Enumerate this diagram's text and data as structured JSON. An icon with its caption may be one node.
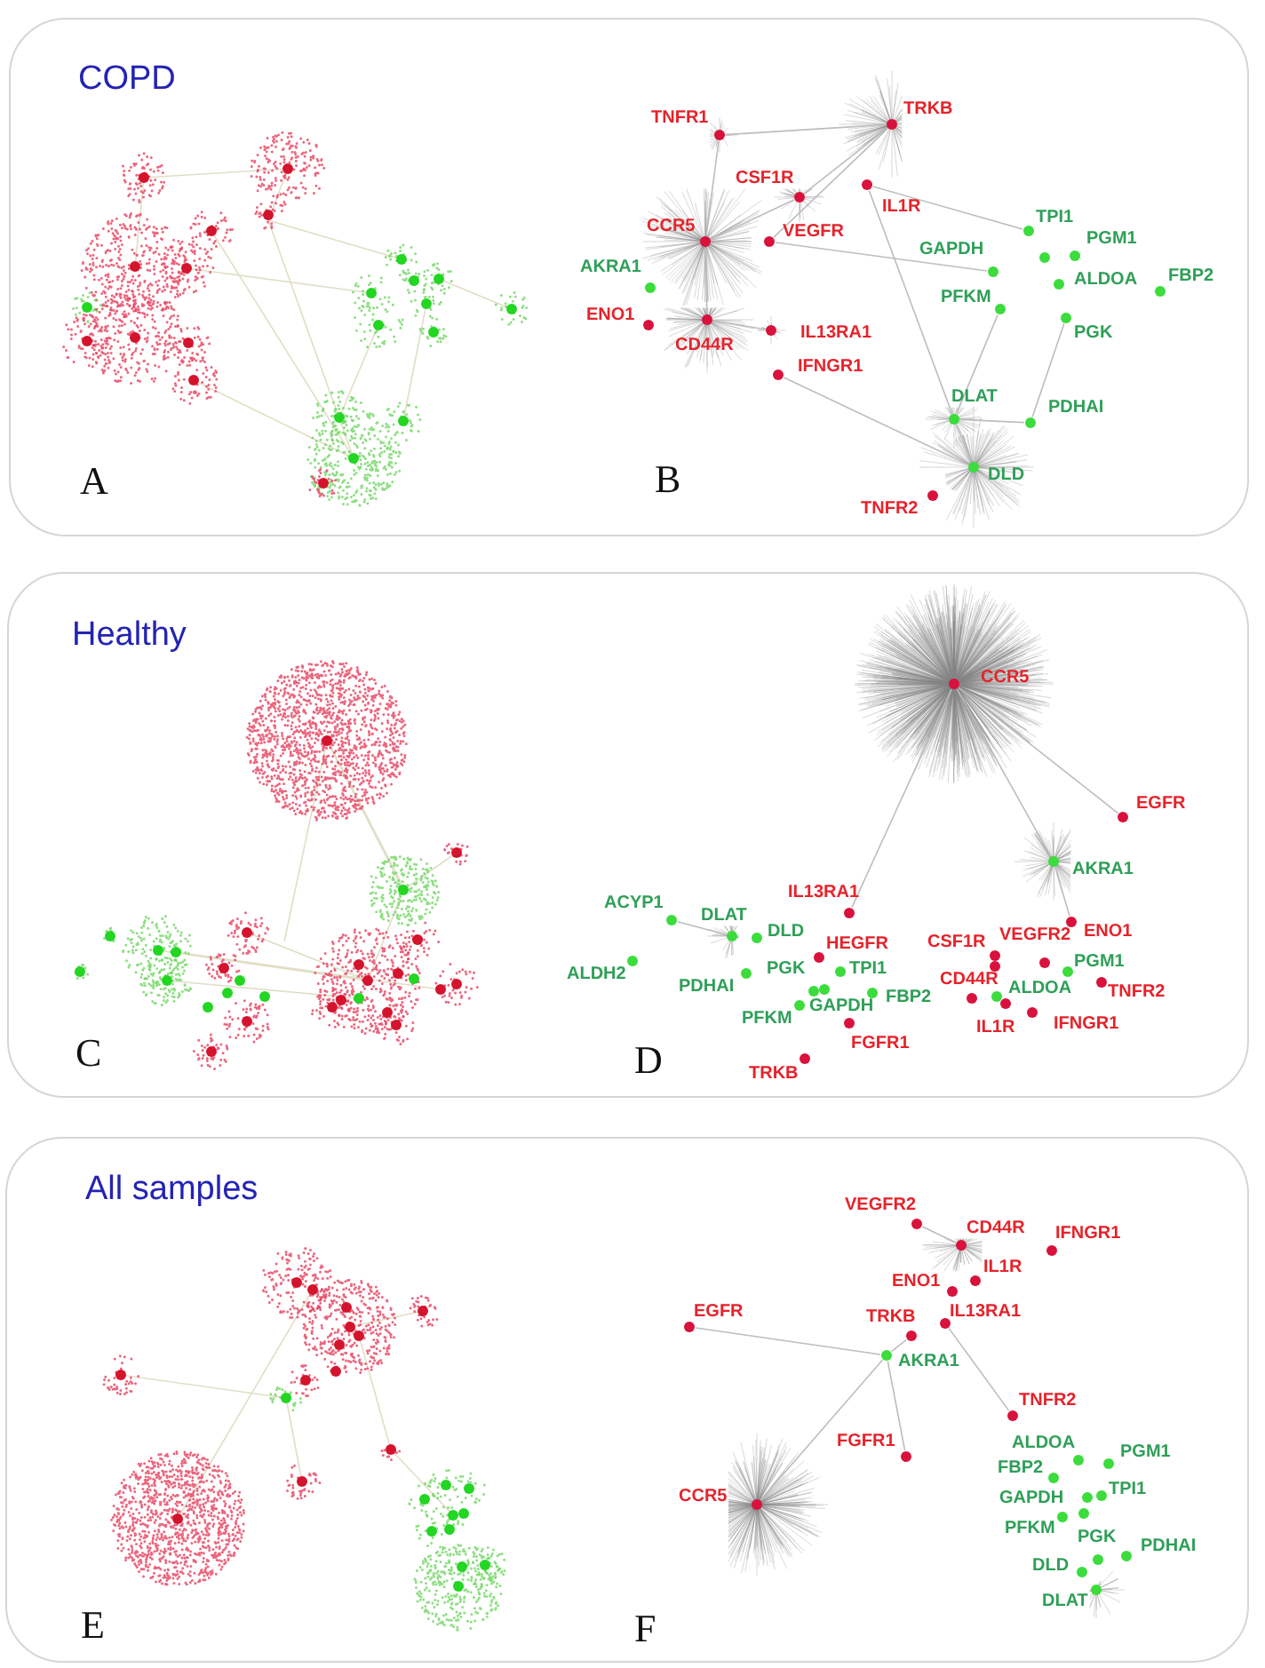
{
  "diagram": {
    "nodes": [
      {
        "text": [
          "COPD"
        ]
      },
      {
        "text": [
          "TNFR1"
        ],
        "in": 0
      },
      {
        "text": [
          "TRKB"
        ],
        "in": 0
      },
      {
        "text": [
          "CSF1R"
        ],
        "in": 0
      },
      {
        "text": [
          "IL1R"
        ],
        "in": 0
      },
      {
        "text": [
          "CCR5"
        ],
        "in": 0
      },
      {
        "text": [
          "VEGFR"
        ],
        "in": 0
      },
      {
        "text": [
          "TPI1"
        ],
        "in": 0
      },
      {
        "text": [
          "PGM1"
        ],
        "in": 0
      },
      {
        "text": [],
        "shape": "circle",
        "in": 0
      },
      {
        "text": [
          "GAPDH"
        ],
        "in": 0
      },
      {
        "text": [
          "AKRA1"
        ],
        "in": 0
      },
      {
        "text": [
          "ALDOA"
        ],
        "in": 0
      },
      {
        "text": [
          "FBP2"
        ],
        "in": 0
      },
      {
        "text": [
          "PFKM"
        ],
        "in": 0
      },
      {
        "text": [
          "ENO1"
        ],
        "in": 0
      },
      {
        "text": [
          "CD44R"
        ],
        "in": 0
      },
      {
        "text": [
          "PGK"
        ],
        "in": 0
      },
      {
        "text": [
          "IL13RA1"
        ],
        "in": 0
      },
      {
        "text": [
          "IFNGR1"
        ],
        "in": 0
      },
      {
        "text": [
          "DLAT"
        ],
        "in": 0
      },
      {
        "text": [
          "PDHAI"
        ],
        "in": 0
      },
      {
        "text": [
          "DLD"
        ],
        "in": 0
      },
      {
        "text": [
          "TNFR2"
        ],
        "in": 0
      },
      {
        "text": [
          "Healthy"
        ]
      },
      {
        "text": [
          "CCR5"
        ],
        "in": 24
      },
      {
        "text": [
          "EGFR"
        ],
        "in": 24
      },
      {
        "text": [
          "AKRA1"
        ],
        "in": 24
      },
      {
        "text": [
          "IL13RA1"
        ],
        "in": 24
      },
      {
        "text": [
          "ENO1"
        ],
        "in": 24
      },
      {
        "text": [
          "ACYP1"
        ],
        "in": 24
      },
      {
        "text": [
          "DLAT"
        ],
        "in": 24
      },
      {
        "text": [
          "DLD"
        ],
        "in": 24
      },
      {
        "text": [
          "VEGFR2"
        ],
        "in": 24
      },
      {
        "text": [
          "CSF1R"
        ],
        "in": 24
      },
      {
        "text": [
          "HEGFR"
        ],
        "in": 24
      },
      {
        "text": [],
        "shape": "circle",
        "in": 24
      },
      {
        "text": [
          "PGM1"
        ],
        "in": 24
      },
      {
        "text": [
          "ALDH2"
        ],
        "in": 24
      },
      {
        "text": [
          "TPI1"
        ],
        "in": 24
      },
      {
        "text": [
          "PGK"
        ],
        "in": 24
      },
      {
        "text": [
          "PDHAI"
        ],
        "in": 24
      },
      {
        "text": [
          "TNFR2"
        ],
        "in": 24
      },
      {
        "text": [
          "CD44R"
        ],
        "in": 24
      },
      {
        "text": [
          "ALDOA"
        ],
        "in": 24
      },
      {
        "text": [
          "FBP2"
        ],
        "in": 24
      },
      {
        "text": [
          "GAPDH"
        ],
        "in": 24
      },
      {
        "text": [
          "IL1R"
        ],
        "in": 24
      },
      {
        "text": [
          "PFKM"
        ],
        "in": 24
      },
      {
        "text": [
          "IFNGR1"
        ],
        "in": 24
      },
      {
        "text": [
          "FGFR1"
        ],
        "in": 24
      },
      {
        "text": [
          "TRKB"
        ],
        "in": 24
      },
      {
        "text": [
          "All samples"
        ]
      },
      {
        "text": [
          "VEGFR2"
        ],
        "in": 52
      },
      {
        "text": [
          "CD44R"
        ],
        "in": 52
      },
      {
        "text": [
          "IFNGR1"
        ],
        "in": 52
      },
      {
        "text": [
          "IL1R"
        ],
        "in": 52
      },
      {
        "text": [
          "ENO1"
        ],
        "in": 52
      },
      {
        "text": [
          "EGFR"
        ],
        "in": 52
      },
      {
        "text": [
          "TRKB"
        ],
        "in": 52
      },
      {
        "text": [
          "IL13RA1"
        ],
        "in": 52
      },
      {
        "text": [
          "AKRA1"
        ],
        "in": 52
      },
      {
        "text": [
          "TNFR2"
        ],
        "in": 52
      },
      {
        "text": [
          "FGFR1"
        ],
        "in": 52
      },
      {
        "text": [
          "ALDOA"
        ],
        "in": 52
      },
      {
        "text": [
          "PGM1"
        ],
        "in": 52
      },
      {
        "text": [
          "FBP2"
        ],
        "in": 52
      },
      {
        "text": [
          "CCR5"
        ],
        "in": 52
      },
      {
        "text": [
          "TPI1"
        ],
        "in": 52
      },
      {
        "text": [
          "GAPDH"
        ],
        "in": 52
      },
      {
        "text": [],
        "shape": "circle",
        "in": 52
      },
      {
        "text": [
          "PFKM"
        ],
        "in": 52
      },
      {
        "text": [
          "PGK"
        ],
        "in": 52
      },
      {
        "text": [
          "PDHAI"
        ],
        "in": 52
      },
      {
        "text": [
          "DLD"
        ],
        "in": 52
      },
      {
        "text": [
          "DLAT"
        ],
        "in": 52
      }
    ],
    "edges": [
      {
        "from": 1,
        "to": 2,
        "arrow": "none"
      },
      {
        "from": 1,
        "to": 5,
        "arrow": "none"
      },
      {
        "from": 2,
        "to": 3,
        "arrow": "none"
      },
      {
        "from": 2,
        "to": 6,
        "arrow": "none"
      },
      {
        "from": 3,
        "to": 5,
        "arrow": "none"
      },
      {
        "from": 4,
        "to": 7,
        "arrow": "none"
      },
      {
        "from": 6,
        "to": 10,
        "arrow": "none"
      },
      {
        "from": 4,
        "to": 20,
        "arrow": "none"
      },
      {
        "from": 19,
        "to": 22,
        "arrow": "none"
      },
      {
        "from": 20,
        "to": 22,
        "arrow": "none"
      },
      {
        "from": 20,
        "to": 21,
        "arrow": "none"
      },
      {
        "from": 21,
        "to": 17,
        "arrow": "none"
      },
      {
        "from": 14,
        "to": 20,
        "arrow": "none"
      },
      {
        "from": 5,
        "to": 16,
        "arrow": "none"
      },
      {
        "from": 16,
        "to": 18,
        "arrow": "none"
      },
      {
        "from": 25,
        "to": 27,
        "arrow": "none"
      },
      {
        "from": 25,
        "to": 26,
        "arrow": "none"
      },
      {
        "from": 25,
        "to": 28,
        "arrow": "none"
      },
      {
        "from": 27,
        "to": 29,
        "arrow": "none"
      },
      {
        "from": 30,
        "to": 31,
        "arrow": "none"
      },
      {
        "from": 67,
        "to": 61,
        "arrow": "none"
      },
      {
        "from": 61,
        "to": 59,
        "arrow": "none"
      },
      {
        "from": 58,
        "to": 61,
        "arrow": "none"
      },
      {
        "from": 61,
        "to": 63,
        "arrow": "none"
      },
      {
        "from": 60,
        "to": 62,
        "arrow": "none"
      },
      {
        "from": 53,
        "to": 54,
        "arrow": "none"
      }
    ],
    "labels": [
      "A",
      "B",
      "C",
      "D",
      "E",
      "F"
    ]
  }
}
